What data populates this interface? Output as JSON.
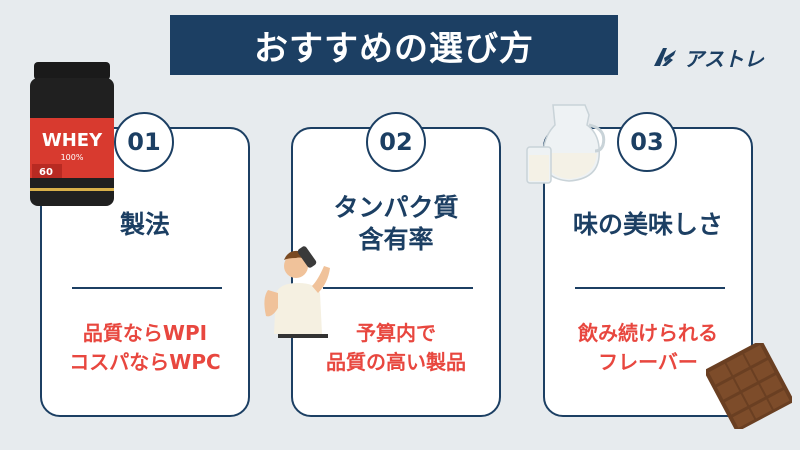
{
  "title": "おすすめの選び方",
  "brand": {
    "name": "アストレ"
  },
  "cards": [
    {
      "number": "01",
      "heading": [
        "製法",
        ""
      ],
      "desc": [
        "品質ならWPI",
        "コスパならWPC"
      ]
    },
    {
      "number": "02",
      "heading": [
        "タンパク質",
        "含有率"
      ],
      "desc": [
        "予算内で",
        "品質の高い製品"
      ]
    },
    {
      "number": "03",
      "heading": [
        "味の美味しさ",
        ""
      ],
      "desc": [
        "飲み続けられる",
        "フレーバー"
      ]
    }
  ],
  "product": {
    "label": "WHEY",
    "sub": "100%",
    "badge": "60"
  },
  "colors": {
    "navy": "#1c3f63",
    "accent": "#e8473f",
    "background": "#e7ebee"
  }
}
